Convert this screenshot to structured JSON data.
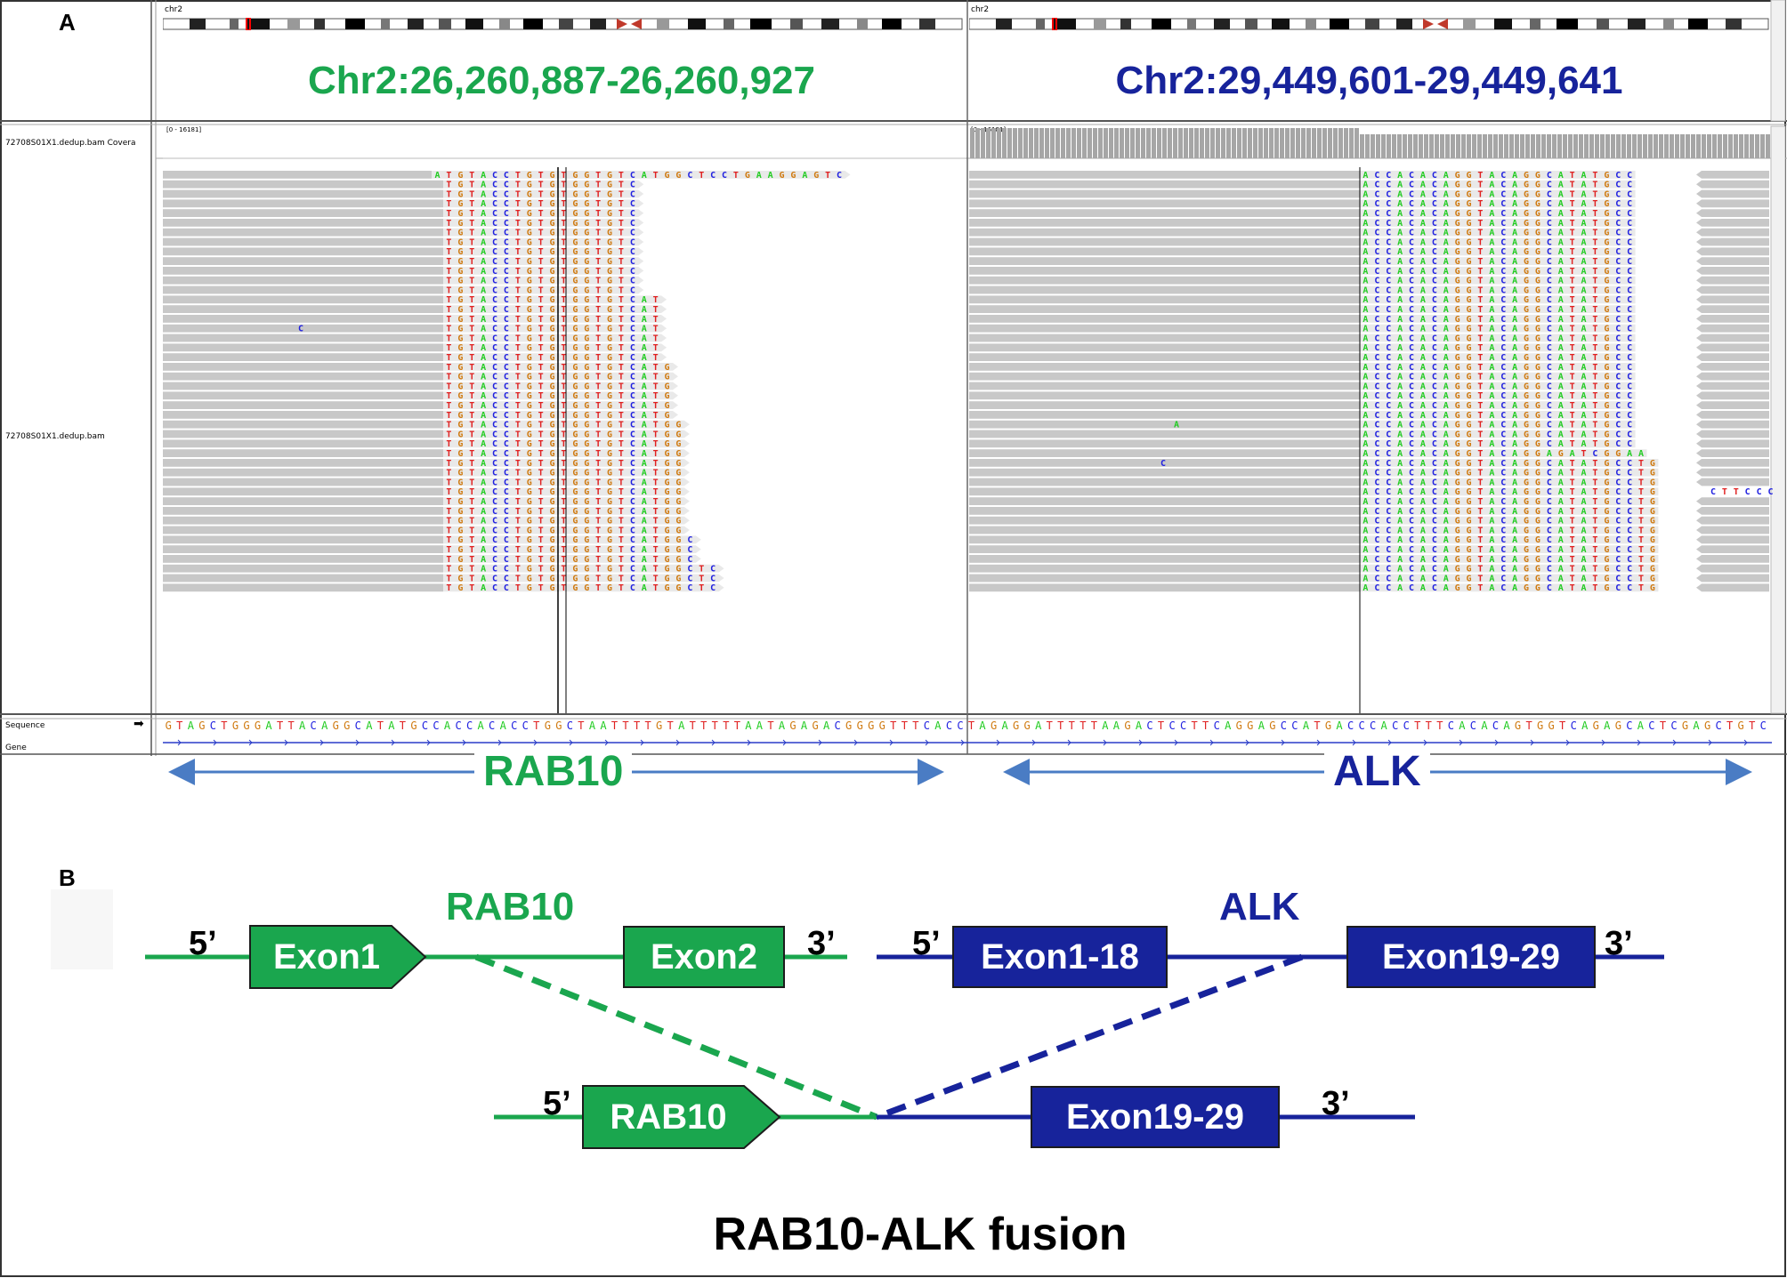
{
  "panel_a": {
    "letter": "A",
    "chrom_label_left": "chr2",
    "chrom_label_right": "chr2",
    "locus_left": "Chr2:26,260,887-26,260,927",
    "locus_right": "Chr2:29,449,601-29,449,641",
    "coverage_track_label": "72708S01X1.dedup.bam Covera",
    "coverage_range_left": "[0 - 16181]",
    "coverage_range_right": "[0 - 16181]",
    "alignment_track_label": "72708S01X1.dedup.bam",
    "sequence_label": "Sequence",
    "gene_label": "Gene",
    "reference_sequence": "GTAGCTGGGATTACAGGCATATGCCACCACACCTGGCTAATTTTGTATTTTTAATAGAGACGGGGTTTCACCTAGAGGATTTTTAAGACTCCTTCAGGAGCCATGACCCACCTTTCACACAGTGGTCAGAGCACTCGAGCTGTC",
    "left_first_read": "ATGTACCTGTGTGGTGTCATGGCTCCTGAAGGAGTC",
    "left_read_base": "TGTACCTGTGTGGTGTCATGGCTCCTGAAG",
    "right_read_base": "ACCACACAGGTACAGGCATATGCCTG",
    "right_variant_read": "ACCACACAGGTACAGGAGATCGGAA",
    "right_clipped_read": "CTTCCC",
    "isolated_bases": [
      "C",
      "A",
      "C"
    ],
    "gene_left": "RAB10",
    "gene_right": "ALK",
    "colors": {
      "rab10": "#1aa64e",
      "alk": "#17239b",
      "arrow": "#4a7cc4",
      "read": "#c8c8c8"
    }
  },
  "panel_b": {
    "letter": "B",
    "rab10": {
      "label": "RAB10",
      "five": "5’",
      "three": "3’",
      "exon_a": "Exon1",
      "exon_b": "Exon2"
    },
    "alk": {
      "label": "ALK",
      "five": "5’",
      "three": "3’",
      "exon_a": "Exon1-18",
      "exon_b": "Exon19-29"
    },
    "fusion": {
      "five": "5’",
      "three": "3’",
      "part_a": "RAB10",
      "part_b": "Exon19-29"
    },
    "title": "RAB10-ALK fusion",
    "colors": {
      "green": "#1aa64e",
      "blue": "#17239b"
    }
  }
}
